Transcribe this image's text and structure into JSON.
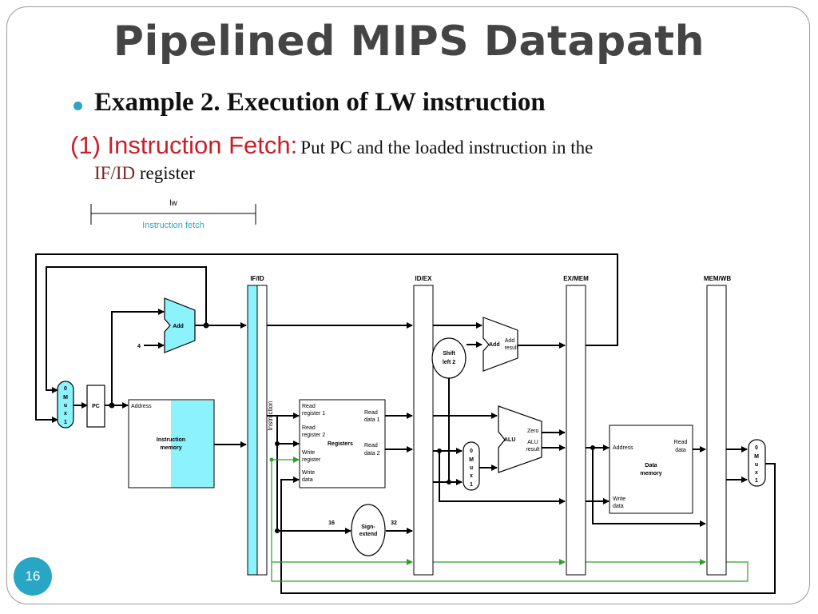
{
  "slide": {
    "title": "Pipelined MIPS Datapath",
    "bullet": "Example 2. Execution of LW instruction",
    "step_label": "(1) Instruction Fetch:",
    "step_desc": "Put PC and the loaded instruction in the",
    "step_desc_reg": "IF/ID",
    "step_desc_end": "register",
    "page_number": "16"
  },
  "timeline": {
    "instruction": "lw",
    "stage": "Instruction fetch"
  },
  "diagram": {
    "pipeline_registers": [
      "IF/ID",
      "ID/EX",
      "EX/MEM",
      "MEM/WB"
    ],
    "pc": "PC",
    "add_const": "4",
    "add_label": "Add",
    "add2_label": "Add",
    "add2_result": [
      "Add",
      "result"
    ],
    "shift": [
      "Shift",
      "left 2"
    ],
    "instr_mem": {
      "address": "Address",
      "name": [
        "Instruction",
        "memory"
      ]
    },
    "instruction_label": "Instruction",
    "registers": {
      "in1": [
        "Read",
        "register 1"
      ],
      "in2": [
        "Read",
        "register 2"
      ],
      "in3": [
        "Write",
        "register"
      ],
      "in4": [
        "Write",
        "data"
      ],
      "out1": [
        "Read",
        "data 1"
      ],
      "out2": [
        "Read",
        "data 2"
      ],
      "name": "Registers"
    },
    "sign_extend": [
      "Sign-",
      "extend"
    ],
    "bits_in": "16",
    "bits_out": "32",
    "alu": {
      "name": "ALU",
      "zero": "Zero",
      "result": [
        "ALU",
        "result"
      ]
    },
    "data_mem": {
      "address": "Address",
      "read": [
        "Read",
        "data"
      ],
      "write": [
        "Write",
        "data"
      ],
      "name": [
        "Data",
        "memory"
      ]
    },
    "mux_letters": [
      "0",
      "M",
      "u",
      "x",
      "1"
    ]
  },
  "colors": {
    "highlight": "#8cf2fc",
    "highlight_stroke": "#3a9fb0",
    "accent": "#29a6c4",
    "red": "#c81f2a",
    "green_path": "#2aa12a"
  }
}
